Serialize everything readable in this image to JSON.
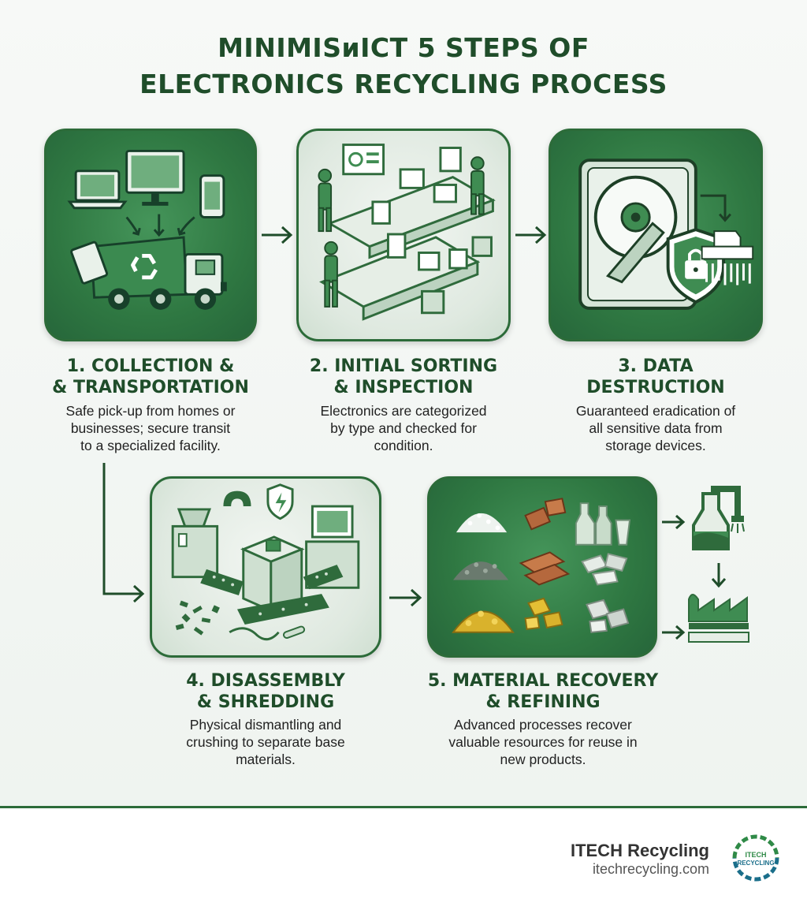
{
  "title": {
    "line1": "MINIMISᴎICT 5 STEPS OF",
    "line2": "ELECTRONICS RECYCLING PROCESS"
  },
  "steps": [
    {
      "title1": "1. COLLECTION &",
      "title2": "& TRANSPORTATION",
      "desc": [
        "Safe pick-up from homes or",
        "businesses; secure transit",
        "to a specialized facility."
      ],
      "icon": "collection-truck-illustration"
    },
    {
      "title1": "2. INITIAL SORTING",
      "title2": "& INSPECTION",
      "desc": [
        "Electronics are categorized",
        "by type and checked for",
        "condition."
      ],
      "icon": "sorting-line-illustration"
    },
    {
      "title1": "3. DATA",
      "title2": "DESTRUCTION",
      "desc": [
        "Guaranteed eradication of",
        "all sensitive data from",
        "storage devices."
      ],
      "icon": "hard-drive-lock-illustration"
    },
    {
      "title1": "4. DISASSEMBLY",
      "title2": "& SHREDDING",
      "desc": [
        "Physical dismantling and",
        "crushing to separate base",
        "materials."
      ],
      "icon": "shredder-illustration"
    },
    {
      "title1": "5. MATERIAL RECOVERY",
      "title2": "& REFINING",
      "desc": [
        "Advanced processes recover",
        "valuable resources for reuse in",
        "new products."
      ],
      "icon": "materials-illustration"
    }
  ],
  "footer": {
    "brand": "ITECH Recycling",
    "url": "itechrecycling.com",
    "logo_text1": "ITECH",
    "logo_text2": "RECYCLING"
  },
  "colors": {
    "primary": "#2c6b39",
    "dark_green": "#1f4d2a",
    "mid_green": "#3f8c52",
    "light_green": "#dfe9e0"
  }
}
